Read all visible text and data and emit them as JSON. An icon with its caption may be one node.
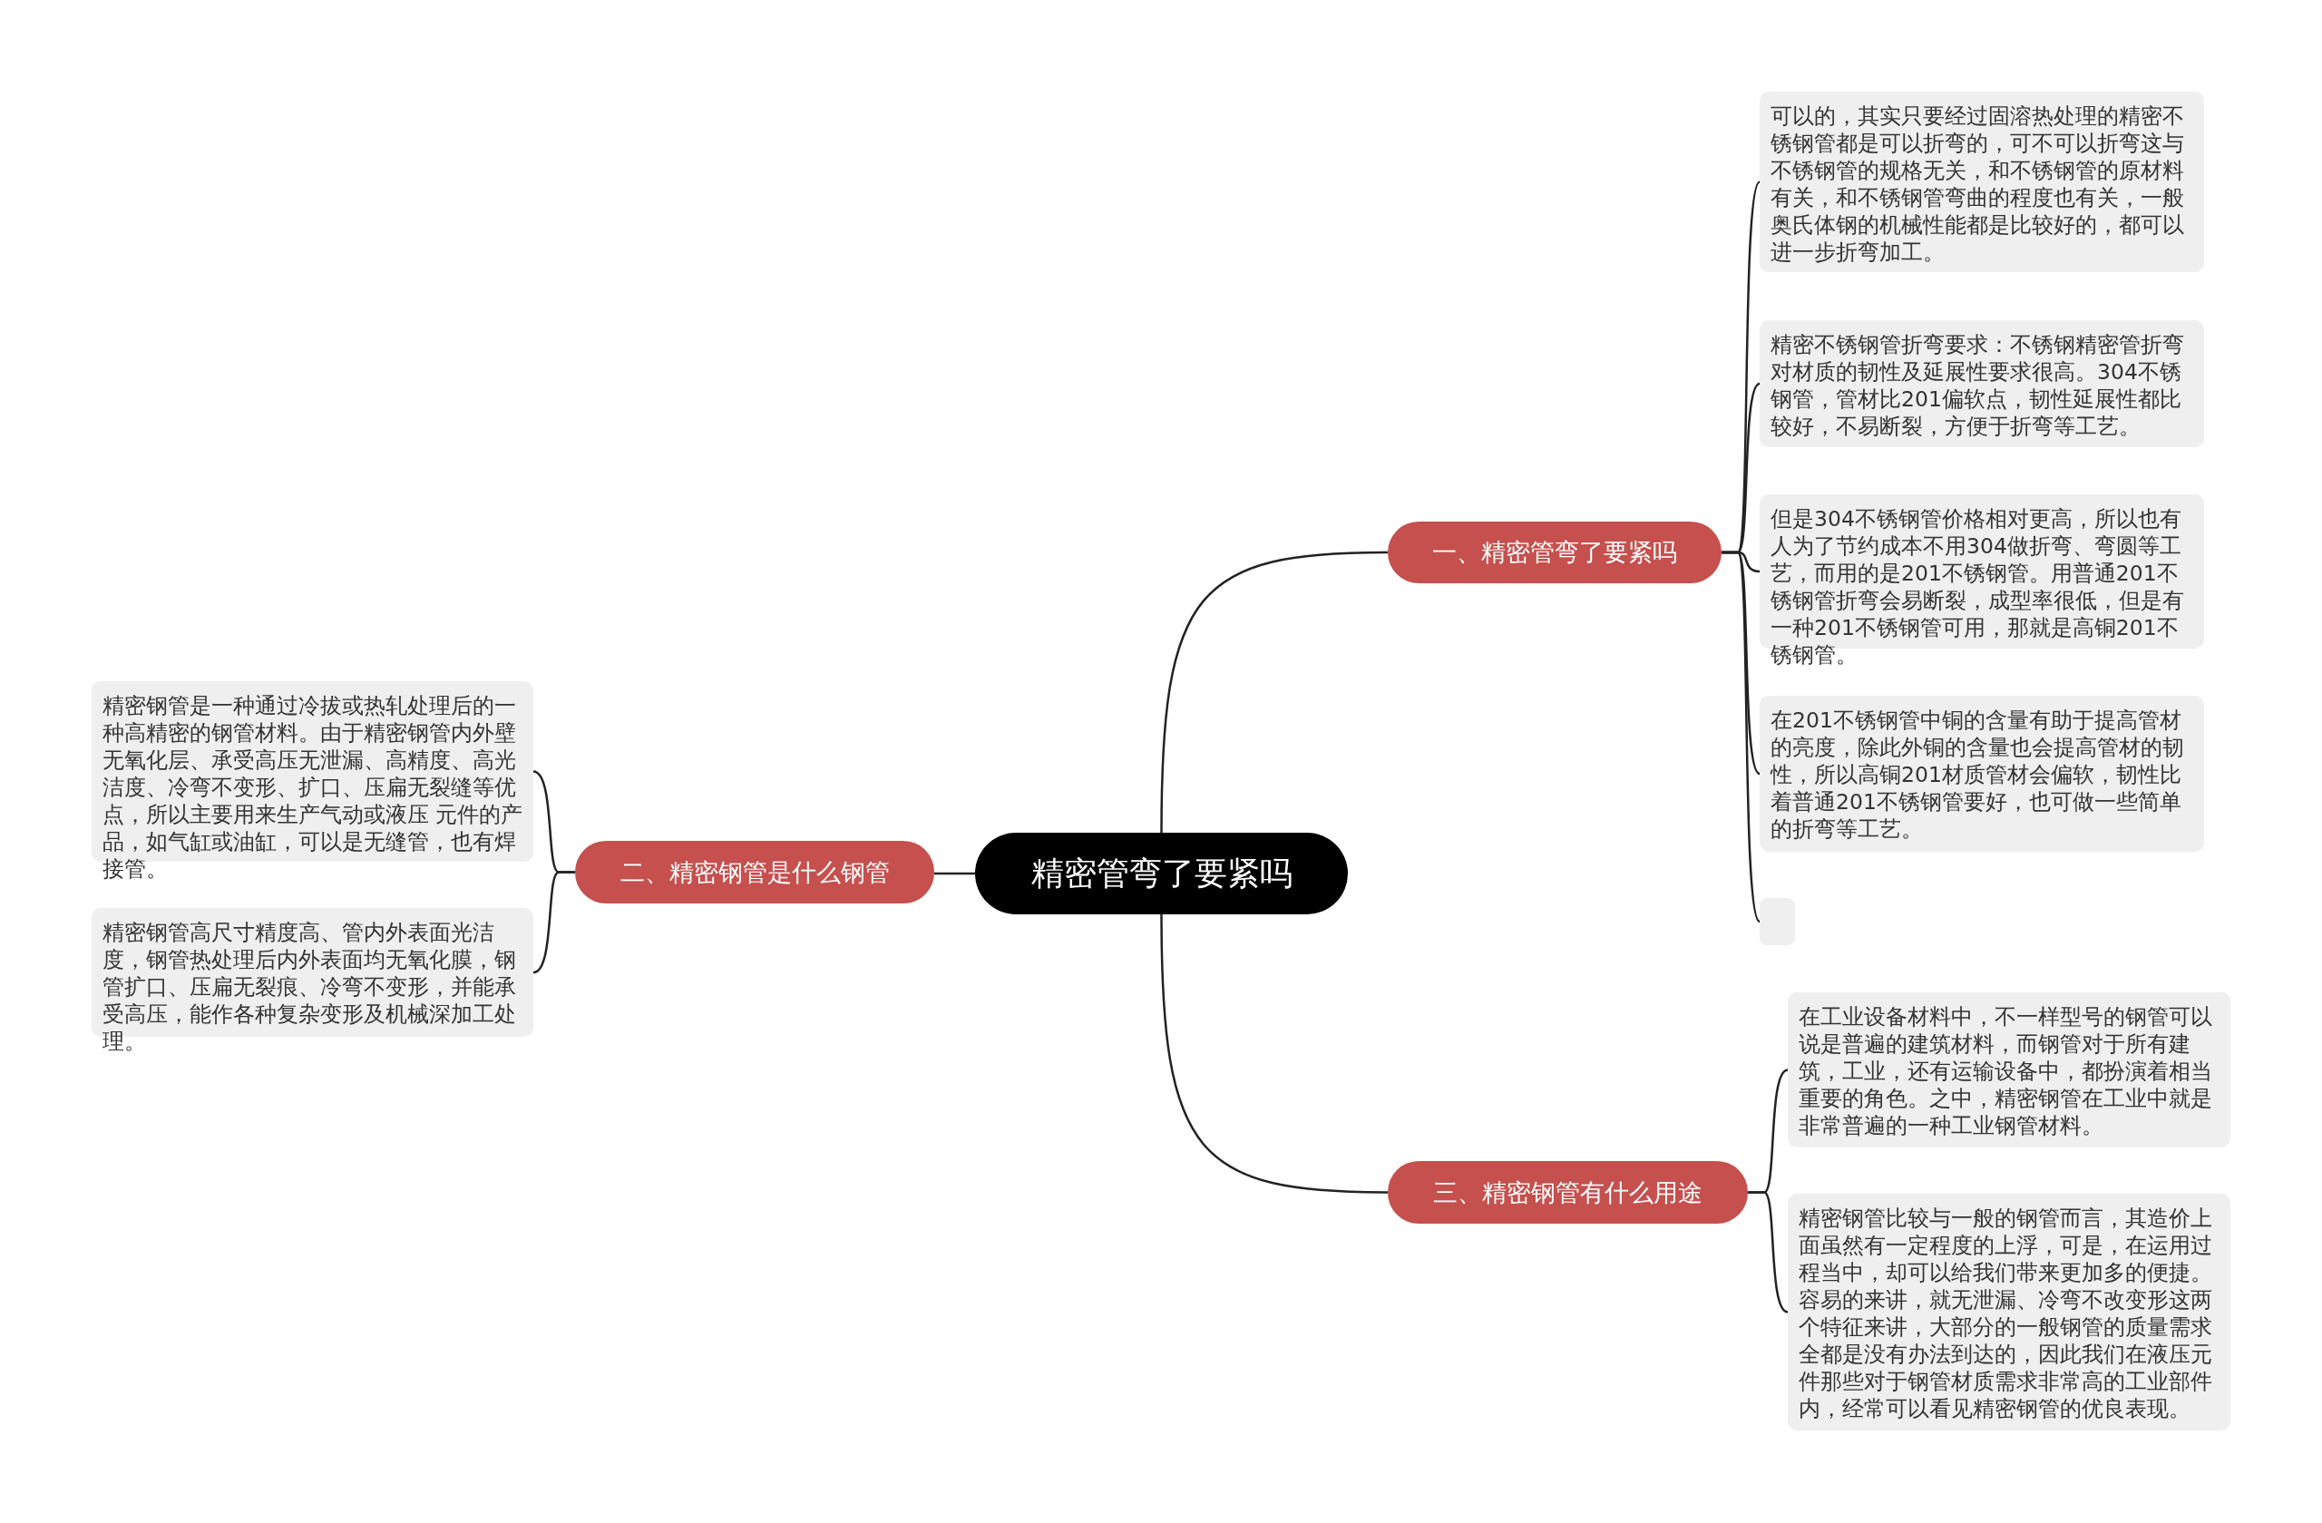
{
  "diagram": {
    "nodes": [
      {
        "text": [
          "精密管弯了要紧吗"
        ]
      },
      {
        "text": [
          "一、精密管弯了要紧吗"
        ]
      },
      {
        "text": [
          "可以的，其实只要经过固溶热处理的精密不锈钢管都是可以折弯的，可不可以折弯这与不锈钢管的规格无关，和不锈钢管的原材料有关，和不锈钢管弯曲的程度也有关，一般奥氏体钢的机械性能都是比较好的，都可以进一步折弯加工。"
        ]
      },
      {
        "text": [
          "精密不锈钢管折弯要求：不锈钢精密管折弯对材质的韧性及延展性要求很高。304不锈钢管，管材比201偏软点，韧性延展性都比较好，不易断裂，方便于折弯等工艺。"
        ]
      },
      {
        "text": [
          "但是304不锈钢管价格相对更高，所以也有人为了节约成本不用304做折弯、弯圆等工艺，而用的是201不锈钢管。用普通201不锈钢管折弯会易断裂，成型率很低，但是有一种201不锈钢管可用，那就是高铜201不锈钢管。"
        ]
      },
      {
        "text": [
          "在201不锈钢管中铜的含量有助于提高管材的亮度，除此外铜的含量也会提高管材的韧性，所以高铜201材质管材会偏软，韧性比着普通201不锈钢管要好，也可做一些简单的折弯等工艺。"
        ]
      },
      {
        "text": [],
        "shape": "box"
      },
      {
        "text": [
          "二、精密钢管是什么钢管"
        ]
      },
      {
        "text": [
          "精密钢管是一种通过冷拔或热轧处理后的一种高精密的钢管材料。由于精密钢管内外壁无氧化层、承受高压无泄漏、高精度、高光洁度、冷弯不变形、扩口、压扁无裂缝等优点，所以主要用来生产气动或液压 元件的产品，如气缸或油缸，可以是无缝管，也有焊接管。"
        ]
      },
      {
        "text": [
          "精密钢管高尺寸精度高、管内外表面光洁度，钢管热处理后内外表面均无氧化膜，钢管扩口、压扁无裂痕、冷弯不变形，并能承受高压，能作各种复杂变形及机械深加工处理。"
        ]
      },
      {
        "text": [
          "三、精密钢管有什么用途"
        ]
      },
      {
        "text": [
          "在工业设备材料中，不一样型号的钢管可以说是普遍的建筑材料，而钢管对于所有建筑，工业，还有运输设备中，都扮演着相当重要的角色。之中，精密钢管在工业中就是非常普遍的一种工业钢管材料。"
        ]
      },
      {
        "text": [
          "精密钢管比较与一般的钢管而言，其造价上面虽然有一定程度的上浮，可是，在运用过程当中，却可以给我们带来更加多的便捷。容易的来讲，就无泄漏、冷弯不改变形这两个特征来讲，大部分的一般钢管的质量需求全都是没有办法到达的，因此我们在液压元件那些对于钢管材质需求非常高的工业部件内，经常可以看见精密钢管的优良表现。"
        ]
      }
    ],
    "edges": [
      {
        "from": 0,
        "to": 1,
        "arrow": "none"
      },
      {
        "from": 1,
        "to": 2,
        "arrow": "none"
      },
      {
        "from": 1,
        "to": 3,
        "arrow": "none"
      },
      {
        "from": 1,
        "to": 4,
        "arrow": "none"
      },
      {
        "from": 1,
        "to": 5,
        "arrow": "none"
      },
      {
        "from": 1,
        "to": 6,
        "arrow": "none"
      },
      {
        "from": 0,
        "to": 7,
        "arrow": "none"
      },
      {
        "from": 7,
        "to": 8,
        "arrow": "none"
      },
      {
        "from": 7,
        "to": 9,
        "arrow": "none"
      },
      {
        "from": 0,
        "to": 10,
        "arrow": "none"
      },
      {
        "from": 10,
        "to": 11,
        "arrow": "none"
      },
      {
        "from": 10,
        "to": 12,
        "arrow": "none"
      }
    ]
  }
}
